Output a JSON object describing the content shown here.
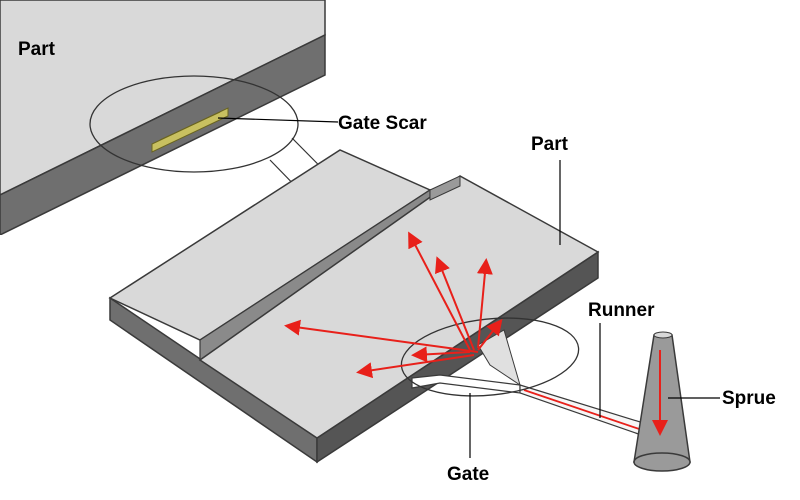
{
  "diagram": {
    "labels": {
      "part_inset": "Part",
      "gate_scar": "Gate Scar",
      "part_main": "Part",
      "runner": "Runner",
      "sprue": "Sprue",
      "gate": "Gate"
    },
    "colors": {
      "face": "#d9d9d9",
      "side": "#6f6f6f",
      "edge": "#3a3a3a",
      "flow": "#e8201a",
      "scar": "#c8c060",
      "leader": "#000000"
    }
  }
}
